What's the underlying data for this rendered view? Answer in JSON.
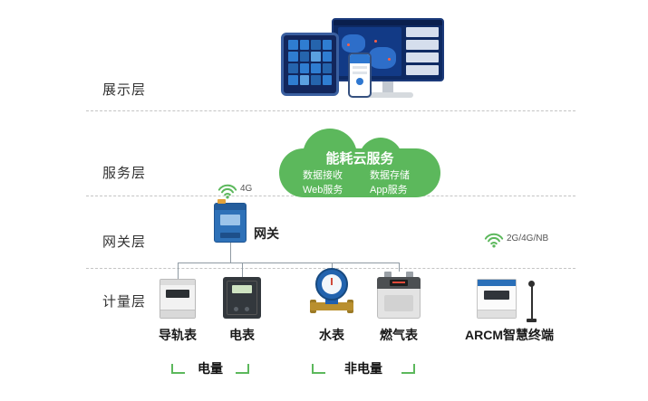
{
  "diagram": {
    "layers": [
      {
        "id": "display",
        "label": "展示层"
      },
      {
        "id": "service",
        "label": "服务层"
      },
      {
        "id": "gateway",
        "label": "网关层"
      },
      {
        "id": "metering",
        "label": "计量层"
      }
    ]
  },
  "cloud": {
    "title": "能耗云服务",
    "features": [
      "数据接收",
      "数据存储",
      "Web服务",
      "App服务"
    ]
  },
  "gateway": {
    "label": "网关",
    "signal_label": "4G"
  },
  "arcm": {
    "signal_label": "2G/4G/NB"
  },
  "meters": [
    {
      "label": "导轨表"
    },
    {
      "label": "电表"
    },
    {
      "label": "水表"
    },
    {
      "label": "燃气表"
    },
    {
      "label": "ARCM智慧终端"
    }
  ],
  "groups": [
    {
      "label": "电量"
    },
    {
      "label": "非电量"
    }
  ],
  "colors": {
    "cloud_green": "#5cb85c",
    "connector_gray": "#8f9aa3",
    "gateway_blue": "#2e71b8",
    "water_meter_blue": "#2263ae"
  }
}
